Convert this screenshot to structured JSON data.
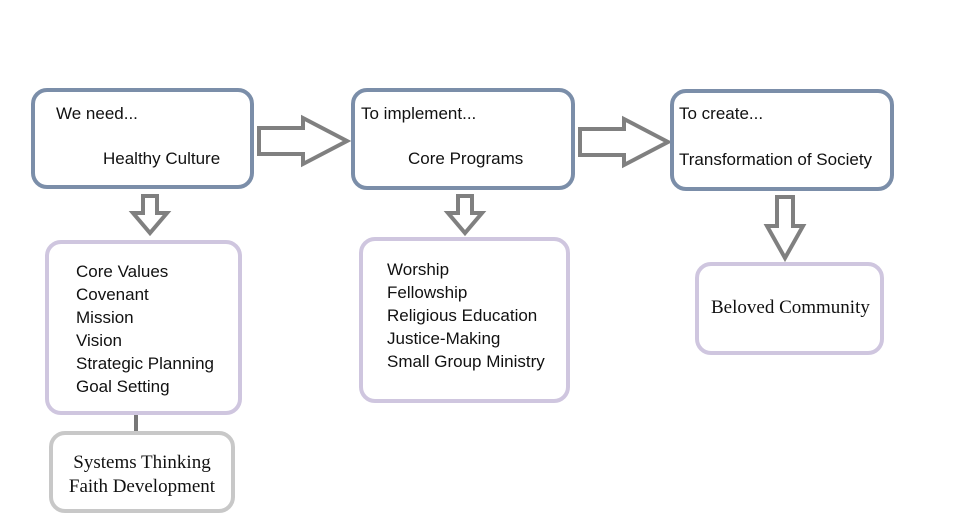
{
  "col1": {
    "header": {
      "intro": "We need...",
      "title": "Healthy Culture"
    },
    "items": [
      "Core Values",
      "Covenant",
      "Mission",
      "Vision",
      "Strategic Planning",
      "Goal Setting"
    ],
    "sub_items": [
      "Systems Thinking",
      "Faith Development"
    ]
  },
  "col2": {
    "header": {
      "intro": "To implement...",
      "title": "Core Programs"
    },
    "items": [
      "Worship",
      "Fellowship",
      "Religious Education",
      "Justice-Making",
      "Small Group Ministry"
    ]
  },
  "col3": {
    "header": {
      "intro": "To create...",
      "title": "Transformation of Society"
    },
    "result": "Beloved Community"
  },
  "colors": {
    "top_border": "#7b8ea9",
    "mid_border": "#cfc6df",
    "gray_border": "#c8c8c8",
    "arrow_stroke": "#808080"
  }
}
